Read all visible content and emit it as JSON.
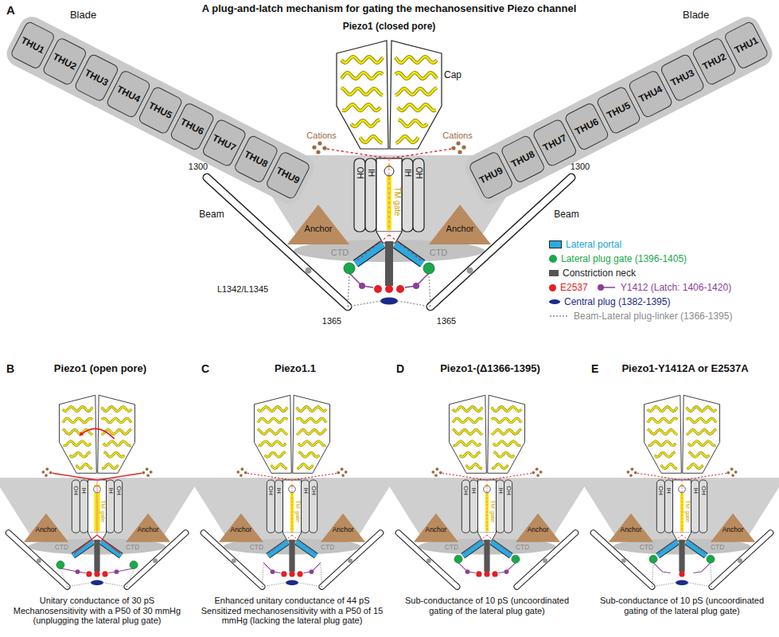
{
  "diagram": {
    "title": "A plug-and-latch mechanism for gating the mechanosensitive Piezo channel",
    "nodes": [
      {
        "text": [
          "Blade"
        ]
      },
      {
        "text": [
          "THU1"
        ],
        "in": 0
      },
      {
        "text": [
          "THU2"
        ],
        "in": 0
      },
      {
        "text": [
          "THU3"
        ],
        "in": 0
      },
      {
        "text": [
          "THU4"
        ],
        "in": 0
      },
      {
        "text": [
          "THU5"
        ],
        "in": 0
      },
      {
        "text": [
          "THU6"
        ],
        "in": 0
      },
      {
        "text": [
          "THU7"
        ],
        "in": 0
      },
      {
        "text": [
          "THU8"
        ],
        "in": 0
      },
      {
        "text": [
          "THU9"
        ],
        "in": 0
      },
      {
        "text": [
          "Blade"
        ]
      },
      {
        "text": [
          "THU1"
        ],
        "in": 10
      },
      {
        "text": [
          "THU2"
        ],
        "in": 10
      },
      {
        "text": [
          "THU3"
        ],
        "in": 10
      },
      {
        "text": [
          "THU4"
        ],
        "in": 10
      },
      {
        "text": [
          "THU5"
        ],
        "in": 10
      },
      {
        "text": [
          "THU6"
        ],
        "in": 10
      },
      {
        "text": [
          "THU7"
        ],
        "in": 10
      },
      {
        "text": [
          "THU8"
        ],
        "in": 10
      },
      {
        "text": [
          "THU9"
        ],
        "in": 10
      }
    ],
    "labels": [
      "A",
      "Piezo1 (closed pore)",
      "Cap",
      "Cations",
      "Cations",
      "1300",
      "1300",
      "Beam",
      "Beam",
      "Anchor",
      "Anchor",
      "CTD",
      "CTD",
      "OH",
      "IH",
      "IH",
      "OH",
      "TM gate",
      "L1342/L1345",
      "1365",
      "1365",
      "B",
      "Piezo1 (open pore)",
      "Unitary conductance of 30 pS Mechanosensitivity with a P50 of 30 mmHg (unplugging the lateral plug gate)",
      "Anchor",
      "Anchor",
      "CTD",
      "CTD",
      "OH",
      "IH",
      "IH",
      "OH",
      "TM gate",
      "C",
      "Piezo1.1",
      "Enhanced unitary conductance of 44 pS Sensitized mechanosensitivity with a P50 of 15 mmHg (lacking the lateral plug gate)",
      "Anchor",
      "Anchor",
      "CTD",
      "CTD",
      "OH",
      "IH",
      "IH",
      "OH",
      "TM gate",
      "D",
      "Piezo1-(Δ1366-1395)",
      "Sub-conductance of 10 pS (uncoordinated gating of the lateral plug gate)",
      "Anchor",
      "Anchor",
      "CTD",
      "CTD",
      "OH",
      "IH",
      "IH",
      "OH",
      "TM gate",
      "E",
      "Piezo1-Y1412A or E2537A",
      "Sub-conductance of 10 pS (uncoordinated gating of the lateral plug gate)",
      "Anchor",
      "Anchor",
      "CTD",
      "CTD",
      "OH",
      "IH",
      "IH",
      "OH",
      "TM gate"
    ],
    "legend": [
      {
        "text": "Lateral portal",
        "color": "#29abe2"
      },
      {
        "text": "Lateral plug gate (1396-1405)",
        "color": "#1aa84a"
      },
      {
        "text": "Constriction neck",
        "color": "#555555"
      },
      {
        "text": "E2537",
        "color": "#e31e24"
      },
      {
        "text": "Y1412 (Latch: 1406-1420)"
      },
      {
        "text": "Central plug (1382-1395)",
        "color": "#1b2a8a"
      },
      {
        "text": "Beam-Lateral plug-linker (1366-1395)"
      }
    ]
  }
}
